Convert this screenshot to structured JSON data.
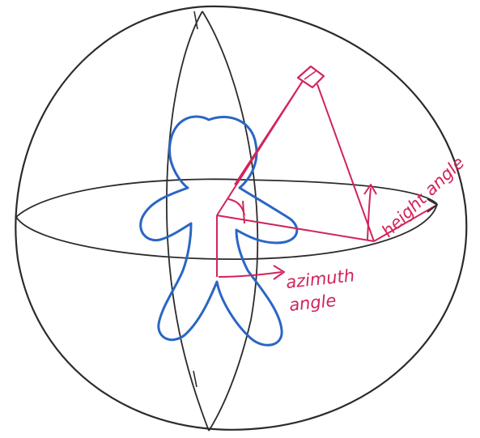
{
  "diagram": {
    "labels": {
      "height_angle": "height angle",
      "azimuth_line1": "azimuth",
      "azimuth_line2": "angle"
    },
    "colors": {
      "sphere_ink": "#2b2b2b",
      "figure_blue": "#2a66c4",
      "angle_red": "#d2245a"
    },
    "elements": {
      "sphere": "sphere-outline",
      "figure": "person-silhouette",
      "camera": "camera-icon"
    }
  }
}
